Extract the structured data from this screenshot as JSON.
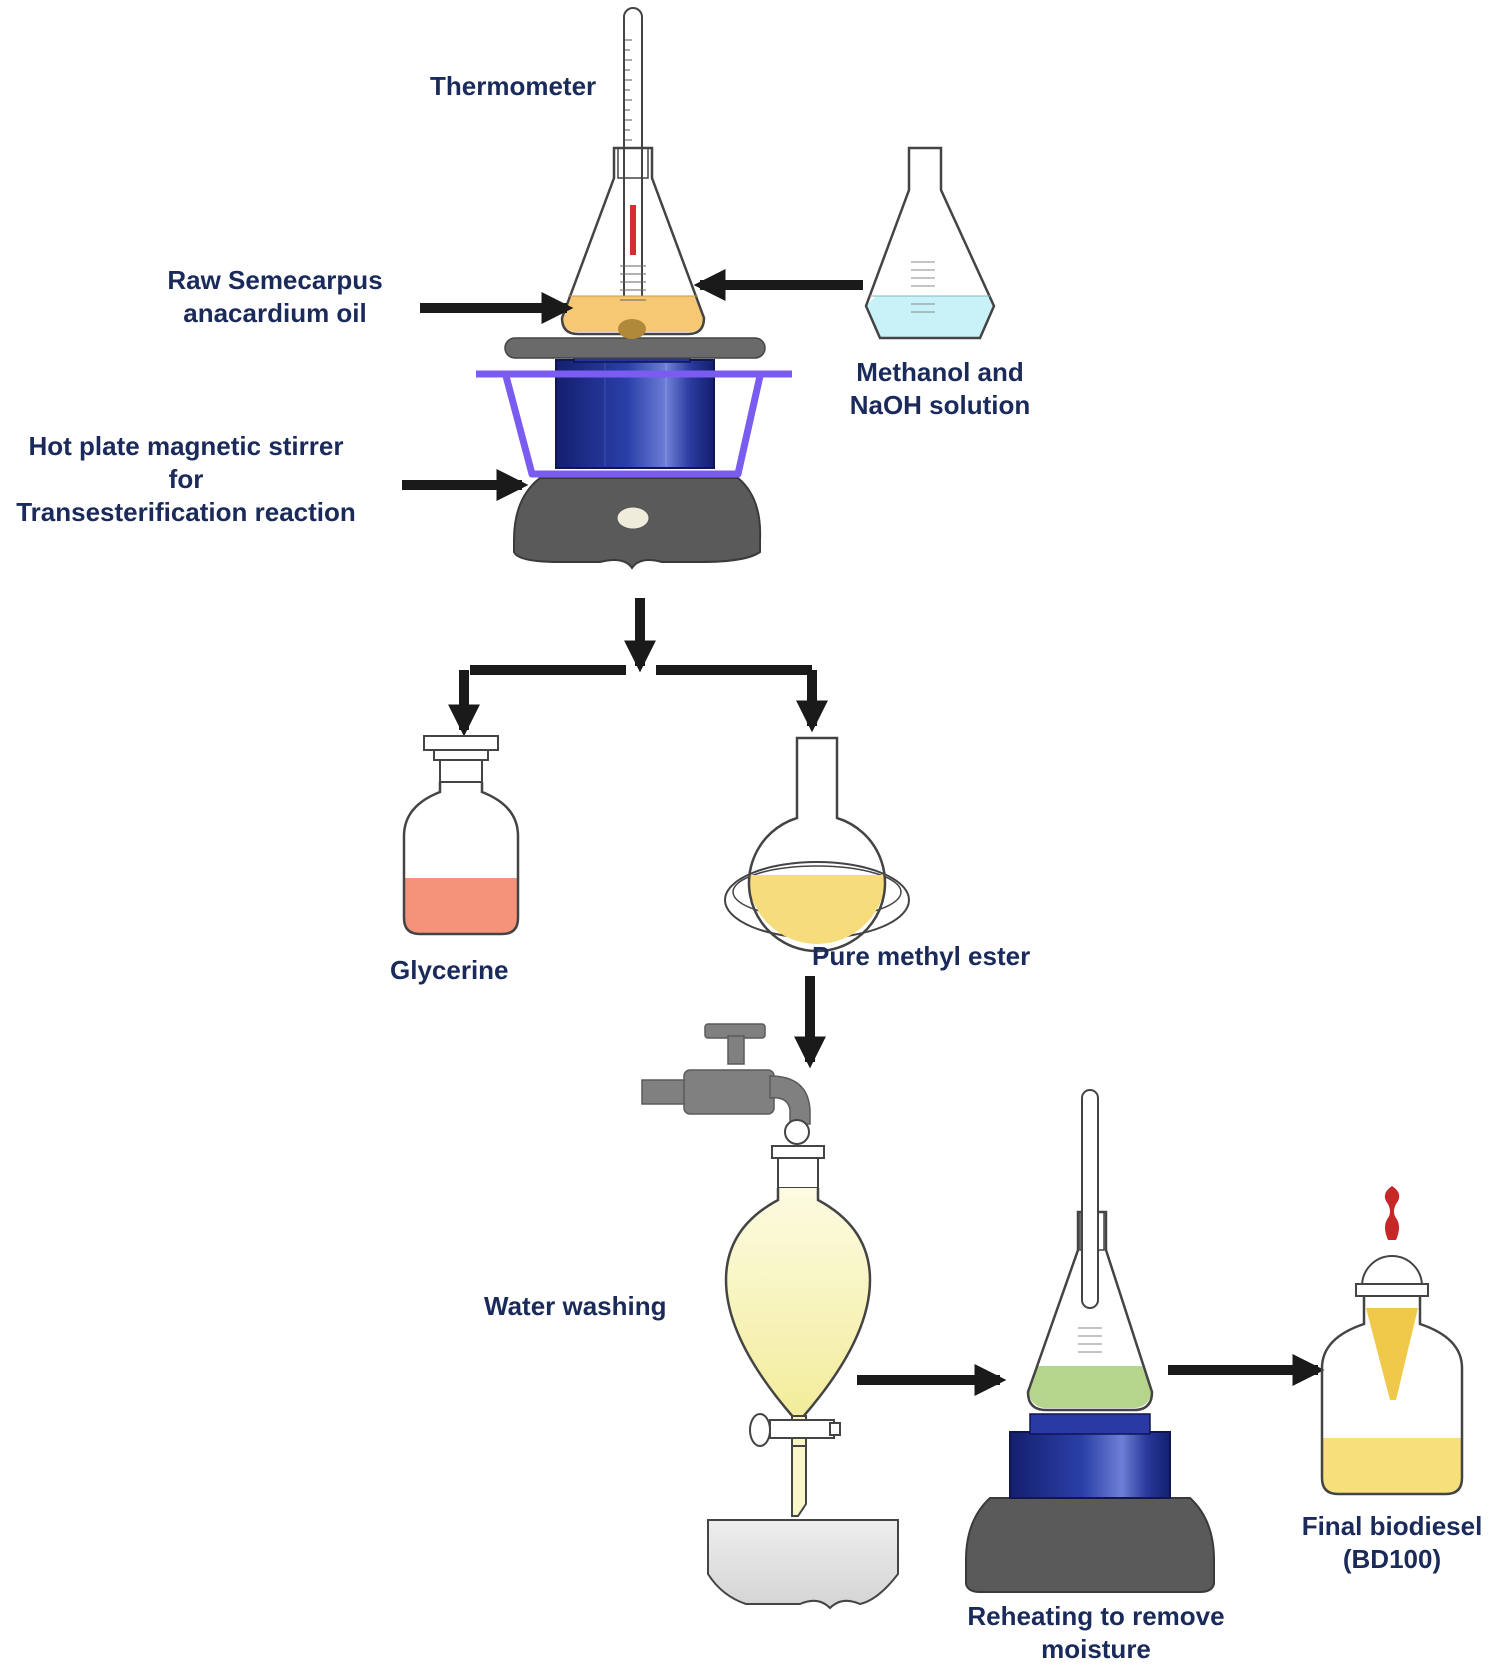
{
  "labels": {
    "thermometer": "Thermometer",
    "raw_oil": [
      "Raw  Semecarpus",
      "anacardium  oil"
    ],
    "methanol": [
      "Methanol and",
      "NaOH solution"
    ],
    "hot_plate": [
      "Hot plate magnetic stirrer",
      "for",
      "Transesterification reaction"
    ],
    "glycerine": "Glycerine",
    "methyl_ester": "Pure methyl ester",
    "water_washing": "Water washing",
    "reheating": [
      "Reheating to remove",
      "moisture"
    ],
    "final": [
      "Final biodiesel",
      "(BD100)"
    ]
  },
  "colors": {
    "label_text": "#1a2a5a",
    "arrow": "#1a1a1a",
    "oil": "#f7c873",
    "methanol_solution": "#c8f2f8",
    "glycerine": "#f4937a",
    "methyl_ester": "#f6dc7a",
    "washing_liquid": "#f9f6c8",
    "reheat_liquid": "#b5d48c",
    "final_biodiesel": "#f7df7c",
    "stirrer_blue": "#1f2f8a",
    "stand_purple": "#7a5cf0",
    "plate_gray": "#5a5a5a",
    "dropper_bulb": "#c62828"
  }
}
